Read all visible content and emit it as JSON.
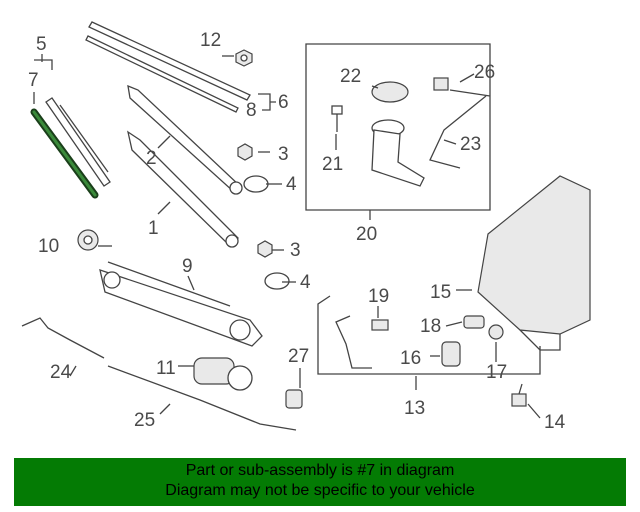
{
  "callouts": {
    "c1": "1",
    "c2": "2",
    "c3a": "3",
    "c3b": "3",
    "c4a": "4",
    "c4b": "4",
    "c5": "5",
    "c6": "6",
    "c7": "7",
    "c8": "8",
    "c9": "9",
    "c10": "10",
    "c11": "11",
    "c12": "12",
    "c13": "13",
    "c14": "14",
    "c15": "15",
    "c16": "16",
    "c17": "17",
    "c18": "18",
    "c19": "19",
    "c20": "20",
    "c21": "21",
    "c22": "22",
    "c23": "23",
    "c24": "24",
    "c25": "25",
    "c26": "26",
    "c27": "27"
  },
  "highlight_color": "#1f5a1f",
  "footer": {
    "line1": "Part or sub-assembly is #7 in diagram",
    "line2": "Diagram may not be specific to your vehicle",
    "background": "#047b04"
  }
}
